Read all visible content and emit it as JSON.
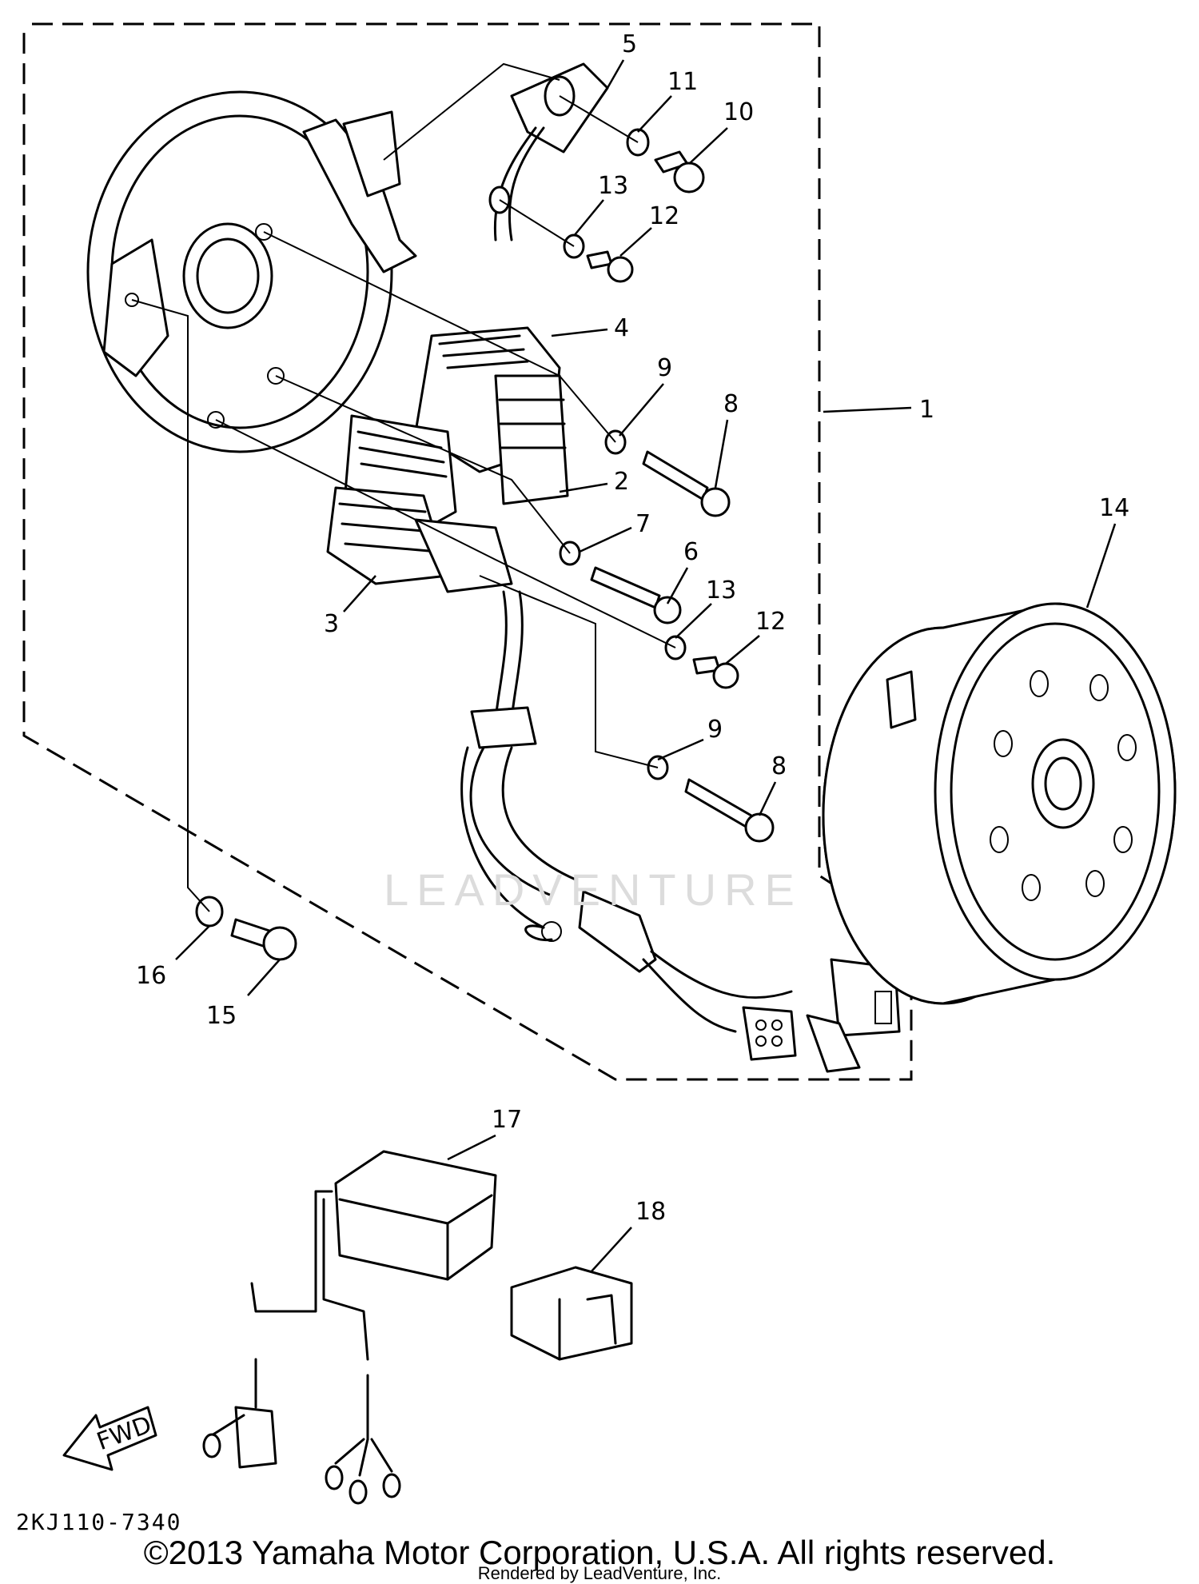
{
  "diagram": {
    "callouts": [
      {
        "id": "c1",
        "text": "1"
      },
      {
        "id": "c2",
        "text": "2"
      },
      {
        "id": "c3",
        "text": "3"
      },
      {
        "id": "c4",
        "text": "4"
      },
      {
        "id": "c5",
        "text": "5"
      },
      {
        "id": "c6",
        "text": "6"
      },
      {
        "id": "c7",
        "text": "7"
      },
      {
        "id": "c8a",
        "text": "8"
      },
      {
        "id": "c8b",
        "text": "8"
      },
      {
        "id": "c9a",
        "text": "9"
      },
      {
        "id": "c9b",
        "text": "9"
      },
      {
        "id": "c10",
        "text": "10"
      },
      {
        "id": "c11",
        "text": "11"
      },
      {
        "id": "c12a",
        "text": "12"
      },
      {
        "id": "c12b",
        "text": "12"
      },
      {
        "id": "c13a",
        "text": "13"
      },
      {
        "id": "c13b",
        "text": "13"
      },
      {
        "id": "c14",
        "text": "14"
      },
      {
        "id": "c15",
        "text": "15"
      },
      {
        "id": "c16",
        "text": "16"
      },
      {
        "id": "c17",
        "text": "17"
      },
      {
        "id": "c18",
        "text": "18"
      }
    ],
    "fwd_label": "FWD",
    "drawing_code": "2KJ110-7340",
    "watermark": "LEADVENTURE",
    "copyright": "©2013 Yamaha Motor Corporation, U.S.A. All rights reserved.",
    "rendered_by": "Rendered by LeadVenture, Inc."
  }
}
